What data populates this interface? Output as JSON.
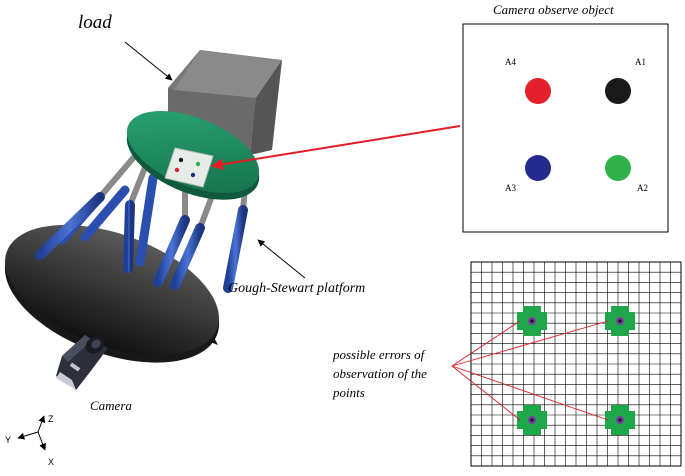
{
  "labels": {
    "load": "load",
    "camera_observe_title": "Camera observe object",
    "platform": "Gough-Stewart platform",
    "camera": "Camera",
    "errors_line1": "possible errors of",
    "errors_line2": "observation of the",
    "errors_line3": "points"
  },
  "points": [
    {
      "id": "A1",
      "label": "A1",
      "color": "#1a1a1a"
    },
    {
      "id": "A2",
      "label": "A2",
      "color": "#2fb24a"
    },
    {
      "id": "A3",
      "label": "A3",
      "color": "#232a8c"
    },
    {
      "id": "A4",
      "label": "A4",
      "color": "#e3202b"
    }
  ],
  "axes": {
    "x": "X",
    "y": "Y",
    "z": "Z"
  },
  "colors": {
    "top_plate": "#1d8a5e",
    "base_plate": "#2e2e2e",
    "legs": "#2b4fb0",
    "load_box": "#6e6e6e",
    "arrow_red": "#e31b23",
    "error_cross": "#1fa64a",
    "error_center": "#7b3fa0"
  },
  "grid": {
    "cols": 20,
    "rows": 20
  }
}
